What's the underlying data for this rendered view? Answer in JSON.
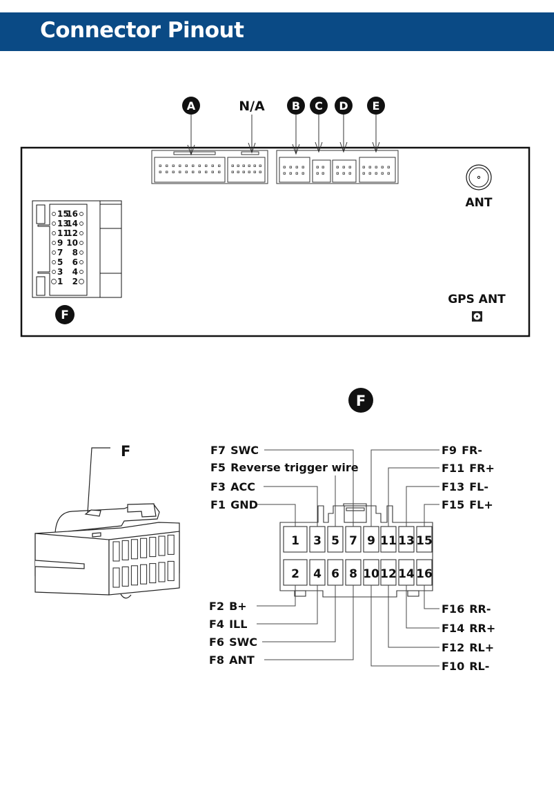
{
  "header": {
    "title": "Connector Pinout"
  },
  "top_panel": {
    "callouts": [
      {
        "id": "A",
        "label": "A",
        "style": "badge"
      },
      {
        "id": "NA",
        "label": "N/A",
        "style": "text"
      },
      {
        "id": "B",
        "label": "B",
        "style": "badge"
      },
      {
        "id": "C",
        "label": "C",
        "style": "badge"
      },
      {
        "id": "D",
        "label": "D",
        "style": "badge"
      },
      {
        "id": "E",
        "label": "E",
        "style": "badge"
      }
    ],
    "antenna_label": "ANT",
    "gps_antenna_label": "GPS ANT",
    "f_connector_badge": "F",
    "f_connector_pins": [
      [
        "15",
        "16"
      ],
      [
        "13",
        "14"
      ],
      [
        "11",
        "12"
      ],
      [
        "9",
        "10"
      ],
      [
        "7",
        "8"
      ],
      [
        "5",
        "6"
      ],
      [
        "3",
        "4"
      ],
      [
        "1",
        "2"
      ]
    ]
  },
  "detail": {
    "badge": "F",
    "connector_label": "F",
    "top_row_pins": [
      "1",
      "3",
      "5",
      "7",
      "9",
      "11",
      "13",
      "15"
    ],
    "bottom_row_pins": [
      "2",
      "4",
      "6",
      "8",
      "10",
      "12",
      "14",
      "16"
    ],
    "left_top_labels": [
      {
        "code": "F7",
        "name": "SWC",
        "pin": "7"
      },
      {
        "code": "F5",
        "name": "Reverse trigger wire",
        "pin": "5"
      },
      {
        "code": "F3",
        "name": "ACC",
        "pin": "3"
      },
      {
        "code": "F1",
        "name": "GND",
        "pin": "1"
      }
    ],
    "right_top_labels": [
      {
        "code": "F9",
        "name": "FR-",
        "pin": "9"
      },
      {
        "code": "F11",
        "name": "FR+",
        "pin": "11"
      },
      {
        "code": "F13",
        "name": "FL-",
        "pin": "13"
      },
      {
        "code": "F15",
        "name": "FL+",
        "pin": "15"
      }
    ],
    "left_bottom_labels": [
      {
        "code": "F2",
        "name": "B+",
        "pin": "2"
      },
      {
        "code": "F4",
        "name": "ILL",
        "pin": "4"
      },
      {
        "code": "F6",
        "name": "SWC",
        "pin": "6"
      },
      {
        "code": "F8",
        "name": "ANT",
        "pin": "8"
      }
    ],
    "right_bottom_labels": [
      {
        "code": "F16",
        "name": "RR-",
        "pin": "16"
      },
      {
        "code": "F14",
        "name": "RR+",
        "pin": "14"
      },
      {
        "code": "F12",
        "name": "RL+",
        "pin": "12"
      },
      {
        "code": "F10",
        "name": "RL-",
        "pin": "10"
      }
    ]
  },
  "colors": {
    "header_bg": "#0a4a85",
    "header_text": "#ffffff",
    "line": "#111111"
  }
}
